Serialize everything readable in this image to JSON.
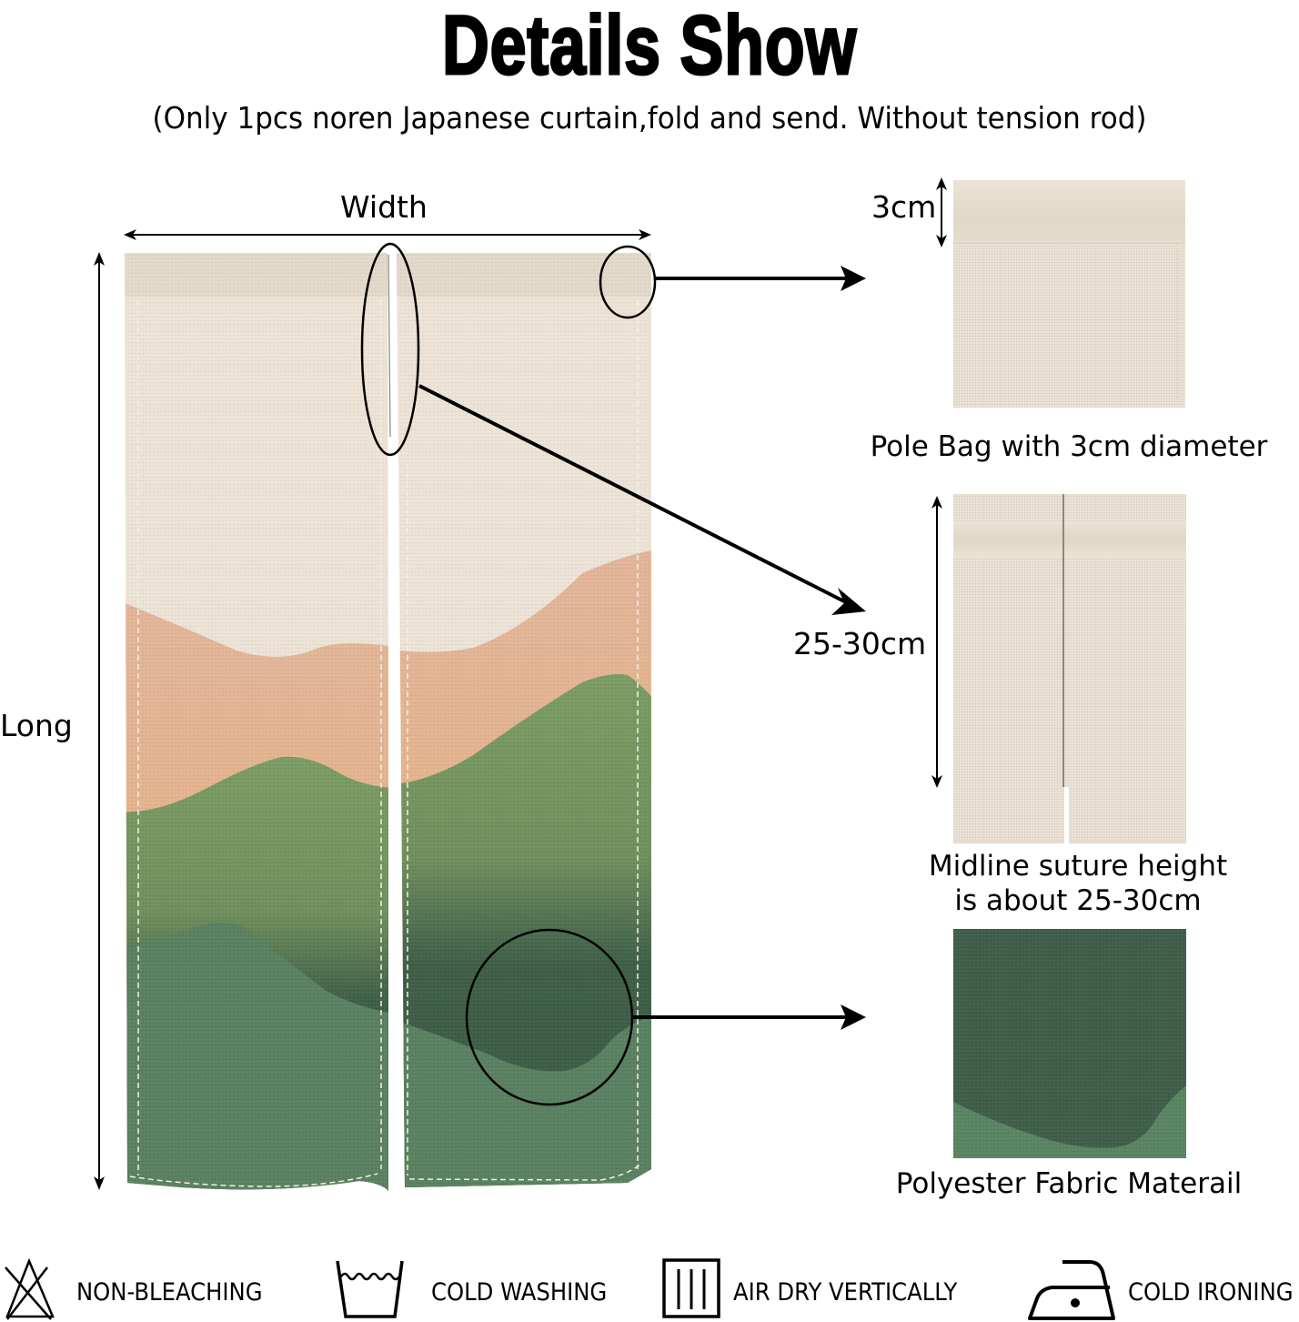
{
  "header": {
    "title": "Details Show",
    "subtitle": "(Only 1pcs noren Japanese curtain,fold and send. Without tension rod)"
  },
  "main_curtain": {
    "width_label": "Width",
    "long_label": "Long",
    "colors": {
      "cream": "#ece3d6",
      "peach": "#e2b59a",
      "mustard": "#e0b35e",
      "olive_green": "#7a9a62",
      "dark_green": "#3e5e48",
      "sage_green": "#5b8262",
      "stitching": "#f3efe4"
    }
  },
  "details": [
    {
      "id": "pole-bag",
      "measure_label": "3cm",
      "caption": "Pole Bag with 3cm diameter"
    },
    {
      "id": "midline-suture",
      "measure_label": "25-30cm",
      "caption_line1": "Midline suture height",
      "caption_line2": "is about 25-30cm"
    },
    {
      "id": "fabric",
      "caption": "Polyester Fabric Materail"
    }
  ],
  "care": [
    {
      "icon": "non-bleach-icon",
      "label": "NON-BLEACHING"
    },
    {
      "icon": "cold-wash-icon",
      "label": "COLD WASHING"
    },
    {
      "icon": "air-dry-vertical-icon",
      "label": "AIR DRY VERTICALLY"
    },
    {
      "icon": "cold-iron-icon",
      "label": "COLD IRONING"
    }
  ]
}
